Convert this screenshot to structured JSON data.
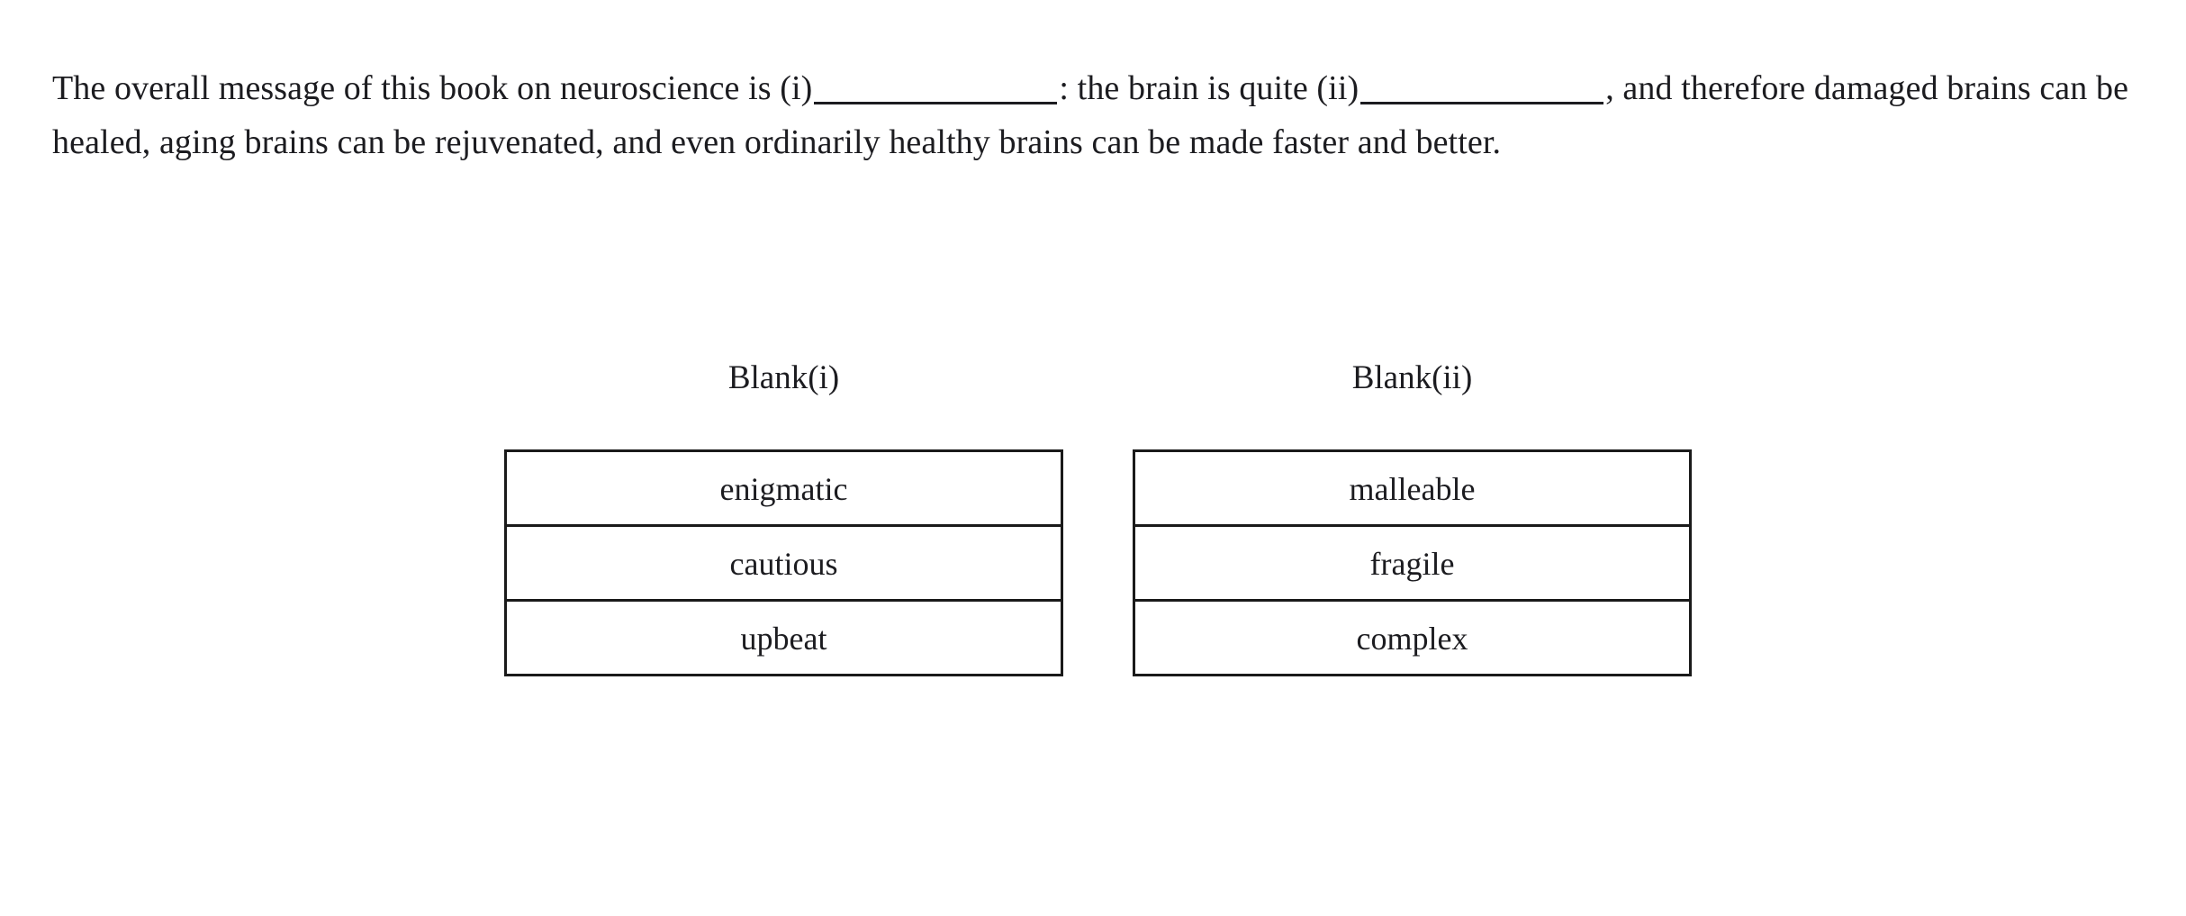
{
  "question": {
    "segment_1": "The overall message of this book on neuroscience is (i)",
    "segment_2": ": the brain is quite (ii)",
    "segment_3": ", and therefore damaged brains can be healed, aging brains can be rejuvenated, and even ordinarily healthy brains can be made faster and better."
  },
  "answer_table": {
    "columns": [
      {
        "header": "Blank(i)",
        "options": [
          "enigmatic",
          "cautious",
          "upbeat"
        ]
      },
      {
        "header": "Blank(ii)",
        "options": [
          "malleable",
          "fragile",
          "complex"
        ]
      }
    ]
  },
  "style": {
    "text_color": "#1c1c20",
    "border_color": "#1a1a1a",
    "background": "#ffffff"
  }
}
